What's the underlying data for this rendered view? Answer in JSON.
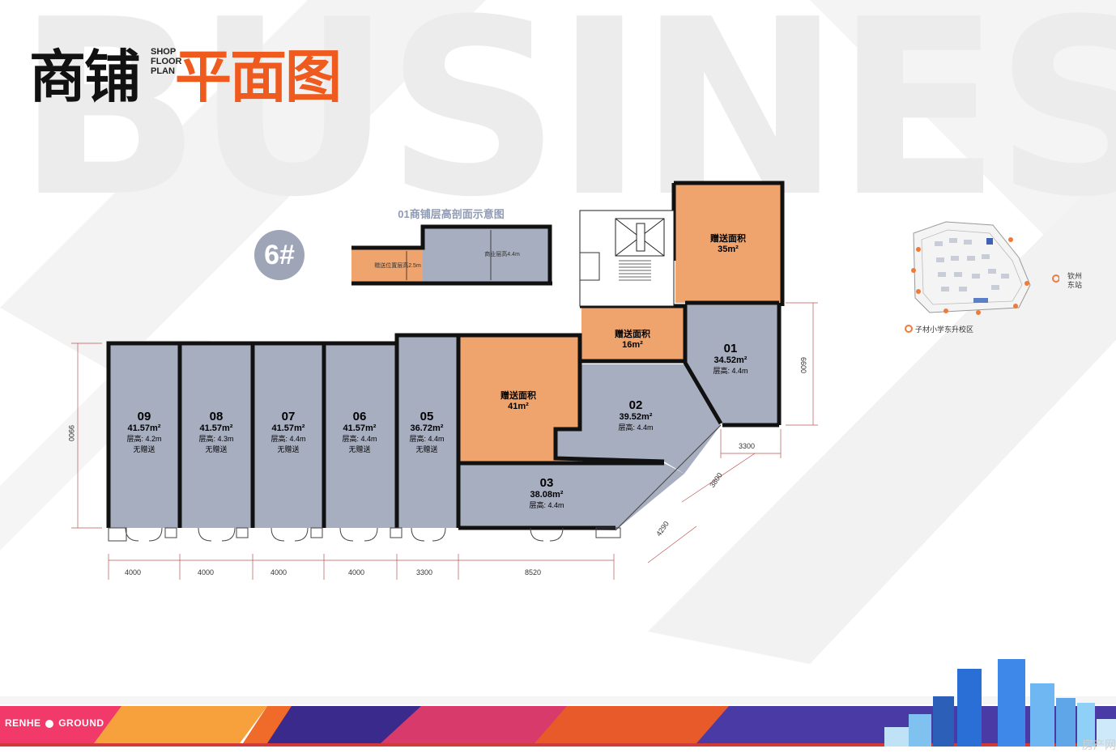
{
  "header": {
    "title_part1": "商铺",
    "title_en_lines": [
      "SHOP",
      "FLOOR",
      "PLAN"
    ],
    "title_part2": "平面图",
    "bg_word": "BUSINESS"
  },
  "building": {
    "badge": "6#"
  },
  "section": {
    "title": "01商铺层高剖面示意图",
    "left_label": "赠送位置层高2.5m",
    "right_label": "商业层高4.4m"
  },
  "shops": [
    {
      "id": "09",
      "area": "41.57m²",
      "height": "层高: 4.2m",
      "note": "无赠送"
    },
    {
      "id": "08",
      "area": "41.57m²",
      "height": "层高: 4.3m",
      "note": "无赠送"
    },
    {
      "id": "07",
      "area": "41.57m²",
      "height": "层高: 4.4m",
      "note": "无赠送"
    },
    {
      "id": "06",
      "area": "41.57m²",
      "height": "层高: 4.4m",
      "note": "无赠送"
    },
    {
      "id": "05",
      "area": "36.72m²",
      "height": "层高: 4.4m",
      "note": "无赠送"
    },
    {
      "id": "03",
      "area": "38.08m²",
      "height": "层高: 4.4m",
      "note": ""
    },
    {
      "id": "02",
      "area": "39.52m²",
      "height": "层高: 4.4m",
      "note": ""
    },
    {
      "id": "01",
      "area": "34.52m²",
      "height": "层高: 4.4m",
      "note": ""
    }
  ],
  "gifts": [
    {
      "label": "赠送面积",
      "area": "41m²"
    },
    {
      "label": "赠送面积",
      "area": "16m²"
    },
    {
      "label": "赠送面积",
      "area": "35m²"
    }
  ],
  "dimensions": {
    "bottom": [
      "4000",
      "4000",
      "4000",
      "4000",
      "3300",
      "8520"
    ],
    "left": "9900",
    "right": "6600",
    "right_bottom": "3300",
    "diag1": "3800",
    "diag2": "4290"
  },
  "map": {
    "station": [
      "钦州",
      "东站"
    ],
    "school": "子材小学东升校区"
  },
  "footer": {
    "brand_left": "RENHE",
    "brand_right": "GROUND",
    "watermark": "房产网"
  },
  "colors": {
    "shop": "#a7aec0",
    "gift": "#efa46e",
    "wall": "#111111",
    "accent": "#ef5a1e"
  }
}
